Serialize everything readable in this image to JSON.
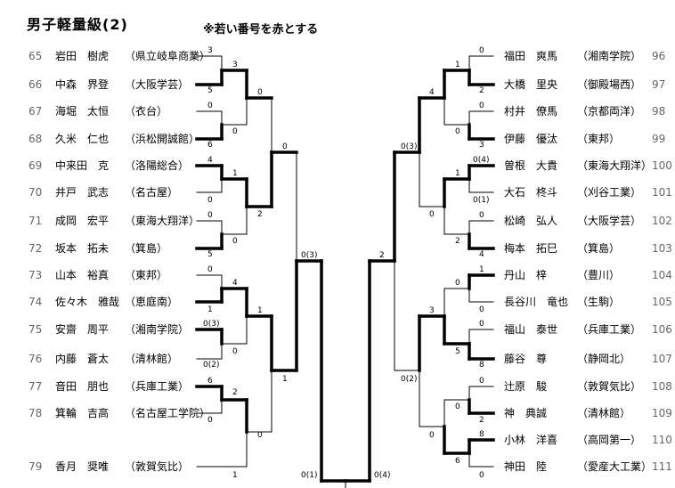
{
  "title": "男子軽量級(2)",
  "note": "※若い番号を赤とする",
  "left_players": [
    {
      "num": "65",
      "name": "岩田　樹虎",
      "school": "（県立岐阜商業）"
    },
    {
      "num": "66",
      "name": "中森　界登",
      "school": "（大阪学芸）"
    },
    {
      "num": "67",
      "name": "海堀　太恒",
      "school": "（衣台）"
    },
    {
      "num": "68",
      "name": "久米　仁也",
      "school": "（浜松開誠館）"
    },
    {
      "num": "69",
      "name": "中来田　克",
      "school": "（洛陽総合）"
    },
    {
      "num": "70",
      "name": "井戸　武志",
      "school": "（名古屋）"
    },
    {
      "num": "71",
      "name": "成岡　宏平",
      "school": "（東海大翔洋）"
    },
    {
      "num": "72",
      "name": "坂本　拓未",
      "school": "（箕島）"
    },
    {
      "num": "73",
      "name": "山本　裕真",
      "school": "（東邦）"
    },
    {
      "num": "74",
      "name": "佐々木　雅哉",
      "school": "（恵庭南）"
    },
    {
      "num": "75",
      "name": "安齋　周平",
      "school": "（湘南学院）"
    },
    {
      "num": "76",
      "name": "内藤　蒼太",
      "school": "（清林館）"
    },
    {
      "num": "77",
      "name": "音田　朋也",
      "school": "（兵庫工業）"
    },
    {
      "num": "78",
      "name": "箕輪　吉高",
      "school": "（名古屋工学院）"
    },
    {
      "num": "79",
      "name": "香月　奨唯",
      "school": "（敦賀気比）"
    }
  ],
  "right_players": [
    {
      "num": "96",
      "name": "福田　爽馬",
      "school": "（湘南学院）"
    },
    {
      "num": "97",
      "name": "大橋　里央",
      "school": "（御殿場西）"
    },
    {
      "num": "98",
      "name": "村井　僚馬",
      "school": "（京都両洋）"
    },
    {
      "num": "99",
      "name": "伊藤　優汰",
      "school": "（東邦）"
    },
    {
      "num": "100",
      "name": "曽根　大貴",
      "school": "（東海大翔洋）"
    },
    {
      "num": "101",
      "name": "大石　柊斗",
      "school": "（刈谷工業）"
    },
    {
      "num": "102",
      "name": "松崎　弘人",
      "school": "（大阪学芸）"
    },
    {
      "num": "103",
      "name": "梅本　拓巳",
      "school": "（箕島）"
    },
    {
      "num": "104",
      "name": "丹山　梓",
      "school": "（豊川）"
    },
    {
      "num": "105",
      "name": "長谷川　竜也",
      "school": "（生駒）"
    },
    {
      "num": "106",
      "name": "福山　泰世",
      "school": "（兵庫工業）"
    },
    {
      "num": "107",
      "name": "藤谷　尊",
      "school": "（静岡北）"
    },
    {
      "num": "108",
      "name": "辻原　駿",
      "school": "（敦賀気比）"
    },
    {
      "num": "109",
      "name": "神　典誠",
      "school": "（清林館）"
    },
    {
      "num": "110",
      "name": "小林　洋喜",
      "school": "（高岡第一）"
    },
    {
      "num": "111",
      "name": "神田　陸",
      "school": "（愛産大工業）"
    }
  ],
  "scores": {
    "l65": "3",
    "l66": "5",
    "l65_66": "3",
    "l67": "0",
    "l68": "6",
    "l67_68": "0",
    "l_q1": "0",
    "l69": "4",
    "l70": "0",
    "l69_70": "1",
    "l71": "0",
    "l72": "5",
    "l71_72": "0",
    "l_q2": "2",
    "l_semi1": "0",
    "l73": "0",
    "l74": "1",
    "l73_74": "4",
    "l75": "0(3)",
    "l76": "0(2)",
    "l75_76": "0",
    "l_q3": "1",
    "l77": "6",
    "l78": "0",
    "l77_78": "2",
    "l79": "1",
    "l_q4": "0",
    "l_semi2": "1",
    "l_final_a": "0(3)",
    "l_final_b": "0(1)",
    "r96": "0",
    "r97": "2",
    "r96_97": "1",
    "r98": "0",
    "r99": "3",
    "r98_99": "0",
    "r_q1": "4",
    "r100": "0(4)",
    "r101": "0(1)",
    "r100_101": "1",
    "r102": "0",
    "r103": "4",
    "r102_103": "2",
    "r_q2": "0",
    "r_semi1": "0(3)",
    "r104": "1",
    "r105": "0",
    "r104_105": "0",
    "r106": "0",
    "r107": "8",
    "r106_107": "5",
    "r_q3": "3",
    "r108": "0",
    "r109": "2",
    "r108_109": "0",
    "r110": "8",
    "r111": "0",
    "r110_111": "6",
    "r_q4": "0",
    "r_semi2": "0(2)",
    "r_final_a": "2",
    "r_final_b": "0(4)"
  }
}
